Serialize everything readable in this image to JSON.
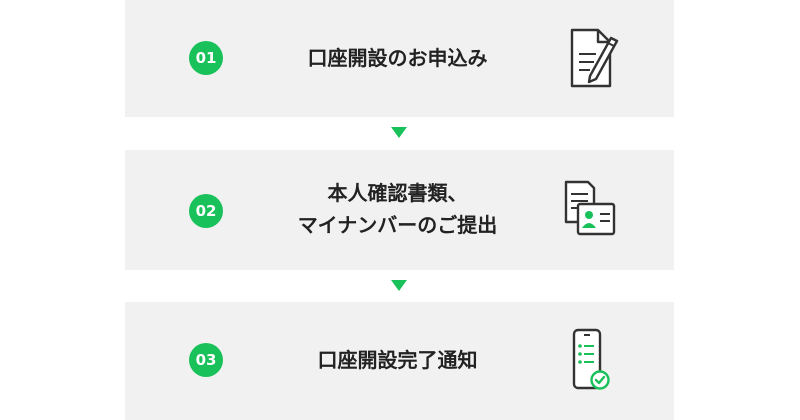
{
  "steps": [
    {
      "number": "01",
      "label_lines": [
        "口座開設のお申込み"
      ],
      "icon": "application-form-pen-icon"
    },
    {
      "number": "02",
      "label_lines": [
        "本人確認書類、",
        "マイナンバーのご提出"
      ],
      "icon": "id-documents-icon"
    },
    {
      "number": "03",
      "label_lines": [
        "口座開設完了通知"
      ],
      "icon": "smartphone-checkmark-icon"
    }
  ],
  "colors": {
    "accent": "#19c15a",
    "panel": "#f1f1f1",
    "text": "#222222",
    "icon_stroke": "#333333"
  }
}
